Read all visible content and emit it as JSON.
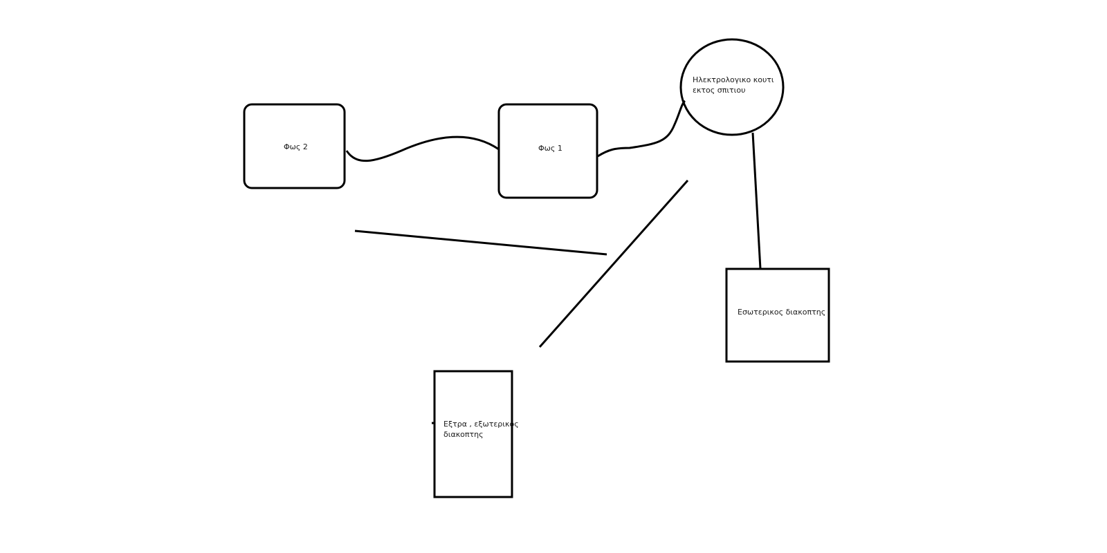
{
  "diagram": {
    "nodes": {
      "light_2": {
        "label": "Φως 2"
      },
      "light_1": {
        "label": "Φως 1"
      },
      "electrical_box": {
        "label": "Ηλεκτρολογικο κουτι\nεκτος σπιτιου"
      },
      "internal_switch": {
        "label": "Εσωτερικος διακοπτης"
      },
      "external_switch": {
        "label": "Εξτρα , εξωτερικος\nδιακοπτης"
      }
    },
    "edges": [
      {
        "from": "light_2",
        "to": "light_1"
      },
      {
        "from": "light_1",
        "to": "electrical_box"
      },
      {
        "from": "electrical_box",
        "to": "internal_switch"
      }
    ],
    "stroke_color": "#000000",
    "background": "#ffffff"
  }
}
